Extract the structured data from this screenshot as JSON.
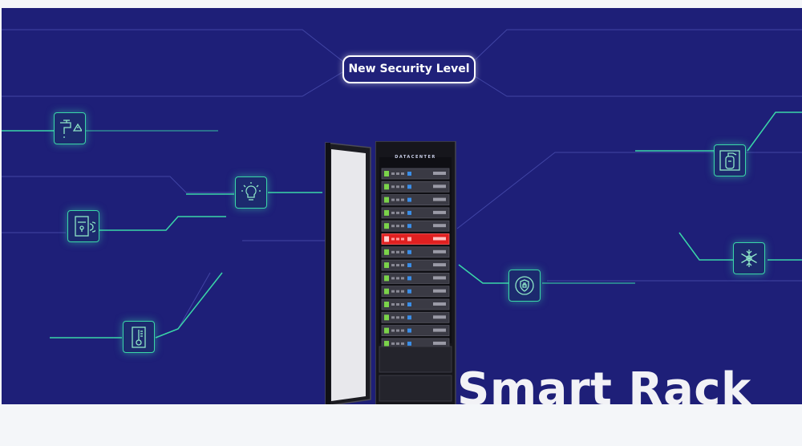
{
  "badge": {
    "label": "New Security Level"
  },
  "rack": {
    "label": "DATACENTER",
    "alert_unit": 6,
    "unit_count": 14
  },
  "title": "Smart Rack",
  "icons": [
    "pipe-leak-icon",
    "lightbulb-icon",
    "door-lock-icon",
    "thermometer-icon",
    "fire-extinguisher-icon",
    "security-shield-icon",
    "snowflake-icon"
  ],
  "colors": {
    "background": "#1e1f78",
    "accent": "#3ad6a8",
    "alert": "#e02020",
    "page": "#f4f6f9"
  }
}
